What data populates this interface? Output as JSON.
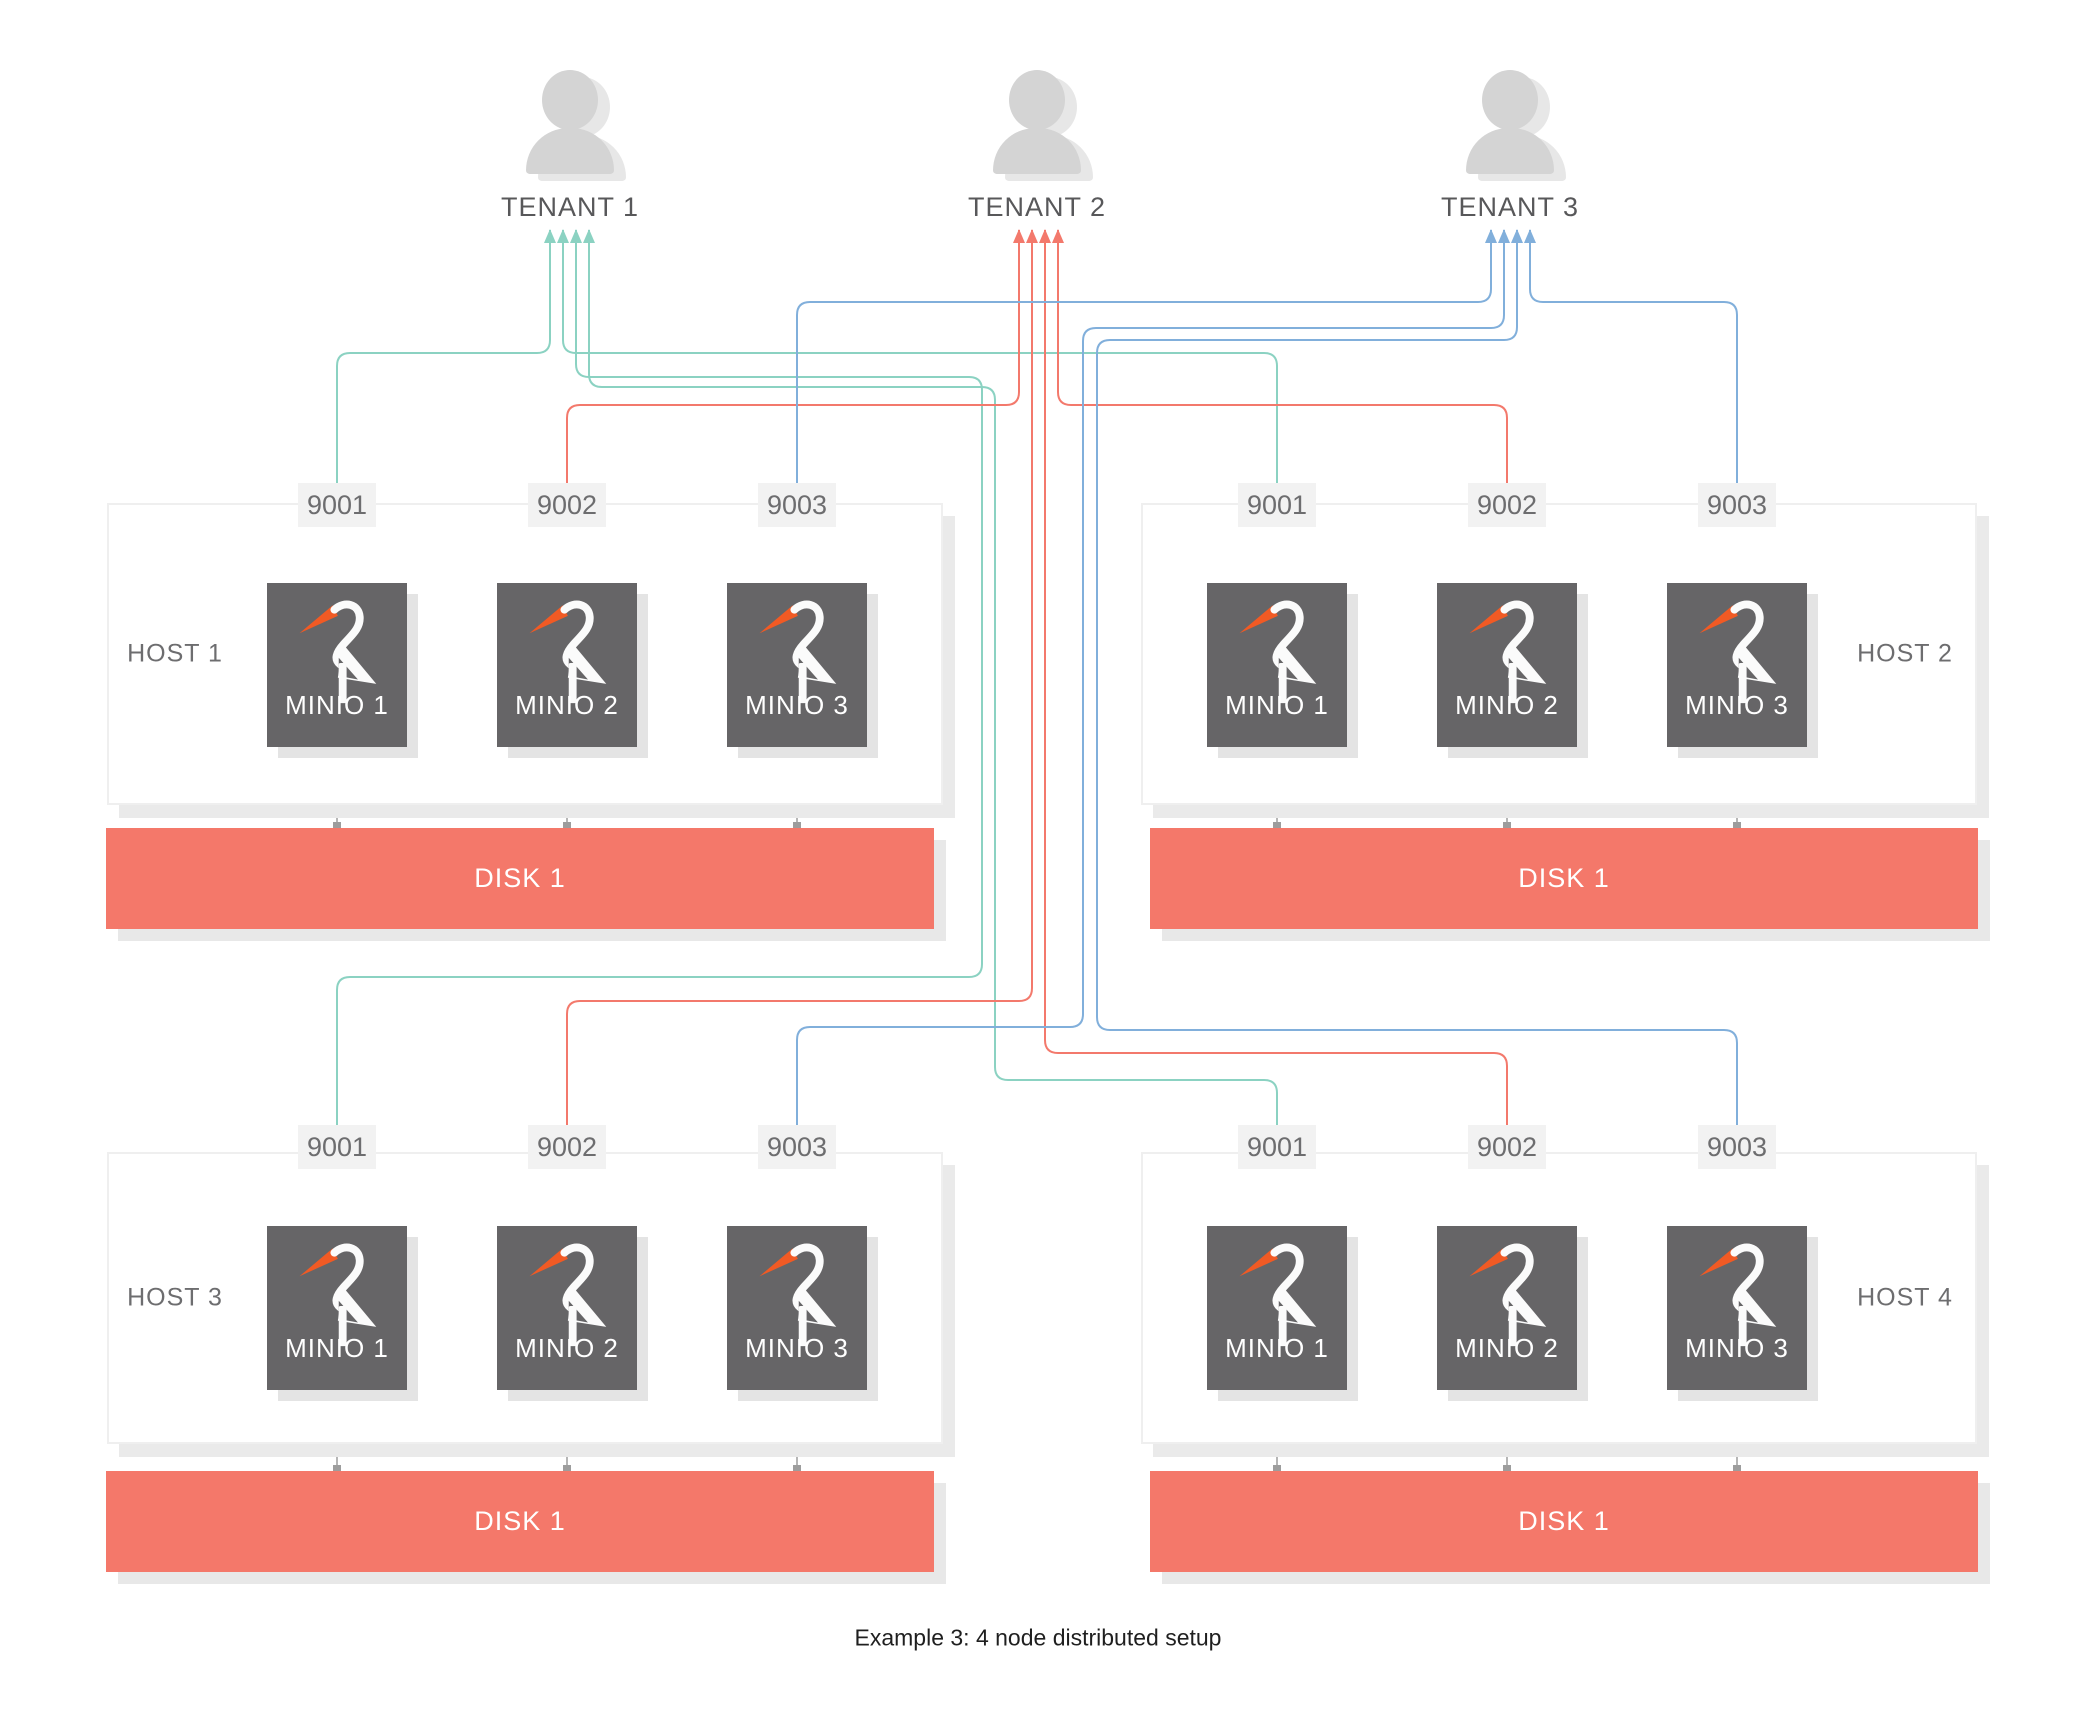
{
  "caption": "Example 3: 4 node distributed setup",
  "tenants": [
    {
      "label": "TENANT 1",
      "color": "#8bd2c2"
    },
    {
      "label": "TENANT 2",
      "color": "#f3796c"
    },
    {
      "label": "TENANT 3",
      "color": "#81afdb"
    }
  ],
  "hosts": [
    {
      "label": "HOST 1",
      "label_side": "left",
      "ports": [
        "9001",
        "9002",
        "9003"
      ],
      "nodes": [
        "MINIO 1",
        "MINIO 2",
        "MINIO 3"
      ],
      "disk": "DISK 1"
    },
    {
      "label": "HOST 2",
      "label_side": "right",
      "ports": [
        "9001",
        "9002",
        "9003"
      ],
      "nodes": [
        "MINIO 1",
        "MINIO 2",
        "MINIO 3"
      ],
      "disk": "DISK 1"
    },
    {
      "label": "HOST 3",
      "label_side": "left",
      "ports": [
        "9001",
        "9002",
        "9003"
      ],
      "nodes": [
        "MINIO 1",
        "MINIO 2",
        "MINIO 3"
      ],
      "disk": "DISK 1"
    },
    {
      "label": "HOST 4",
      "label_side": "right",
      "ports": [
        "9001",
        "9002",
        "9003"
      ],
      "nodes": [
        "MINIO 1",
        "MINIO 2",
        "MINIO 3"
      ],
      "disk": "DISK 1"
    }
  ],
  "connections": [
    {
      "tenant": "TENANT 1",
      "host": "HOST 1",
      "port": "9001",
      "node": "MINIO 1"
    },
    {
      "tenant": "TENANT 1",
      "host": "HOST 2",
      "port": "9001",
      "node": "MINIO 1"
    },
    {
      "tenant": "TENANT 1",
      "host": "HOST 3",
      "port": "9001",
      "node": "MINIO 1"
    },
    {
      "tenant": "TENANT 1",
      "host": "HOST 4",
      "port": "9001",
      "node": "MINIO 1"
    },
    {
      "tenant": "TENANT 2",
      "host": "HOST 1",
      "port": "9002",
      "node": "MINIO 2"
    },
    {
      "tenant": "TENANT 2",
      "host": "HOST 2",
      "port": "9002",
      "node": "MINIO 2"
    },
    {
      "tenant": "TENANT 2",
      "host": "HOST 3",
      "port": "9002",
      "node": "MINIO 2"
    },
    {
      "tenant": "TENANT 2",
      "host": "HOST 4",
      "port": "9002",
      "node": "MINIO 2"
    },
    {
      "tenant": "TENANT 3",
      "host": "HOST 1",
      "port": "9003",
      "node": "MINIO 3"
    },
    {
      "tenant": "TENANT 3",
      "host": "HOST 2",
      "port": "9003",
      "node": "MINIO 3"
    },
    {
      "tenant": "TENANT 3",
      "host": "HOST 3",
      "port": "9003",
      "node": "MINIO 3"
    },
    {
      "tenant": "TENANT 3",
      "host": "HOST 4",
      "port": "9003",
      "node": "MINIO 3"
    }
  ],
  "colors": {
    "tenant1_line": "#8bd2c2",
    "tenant2_line": "#f3796c",
    "tenant3_line": "#81afdb",
    "disk_bar": "#f4786a",
    "minio_box": "#666567",
    "minio_beak": "#f15a24",
    "port_bg": "#f2f2f2",
    "disk_connector": "#b5b5b5",
    "text_gray": "#58585a"
  }
}
